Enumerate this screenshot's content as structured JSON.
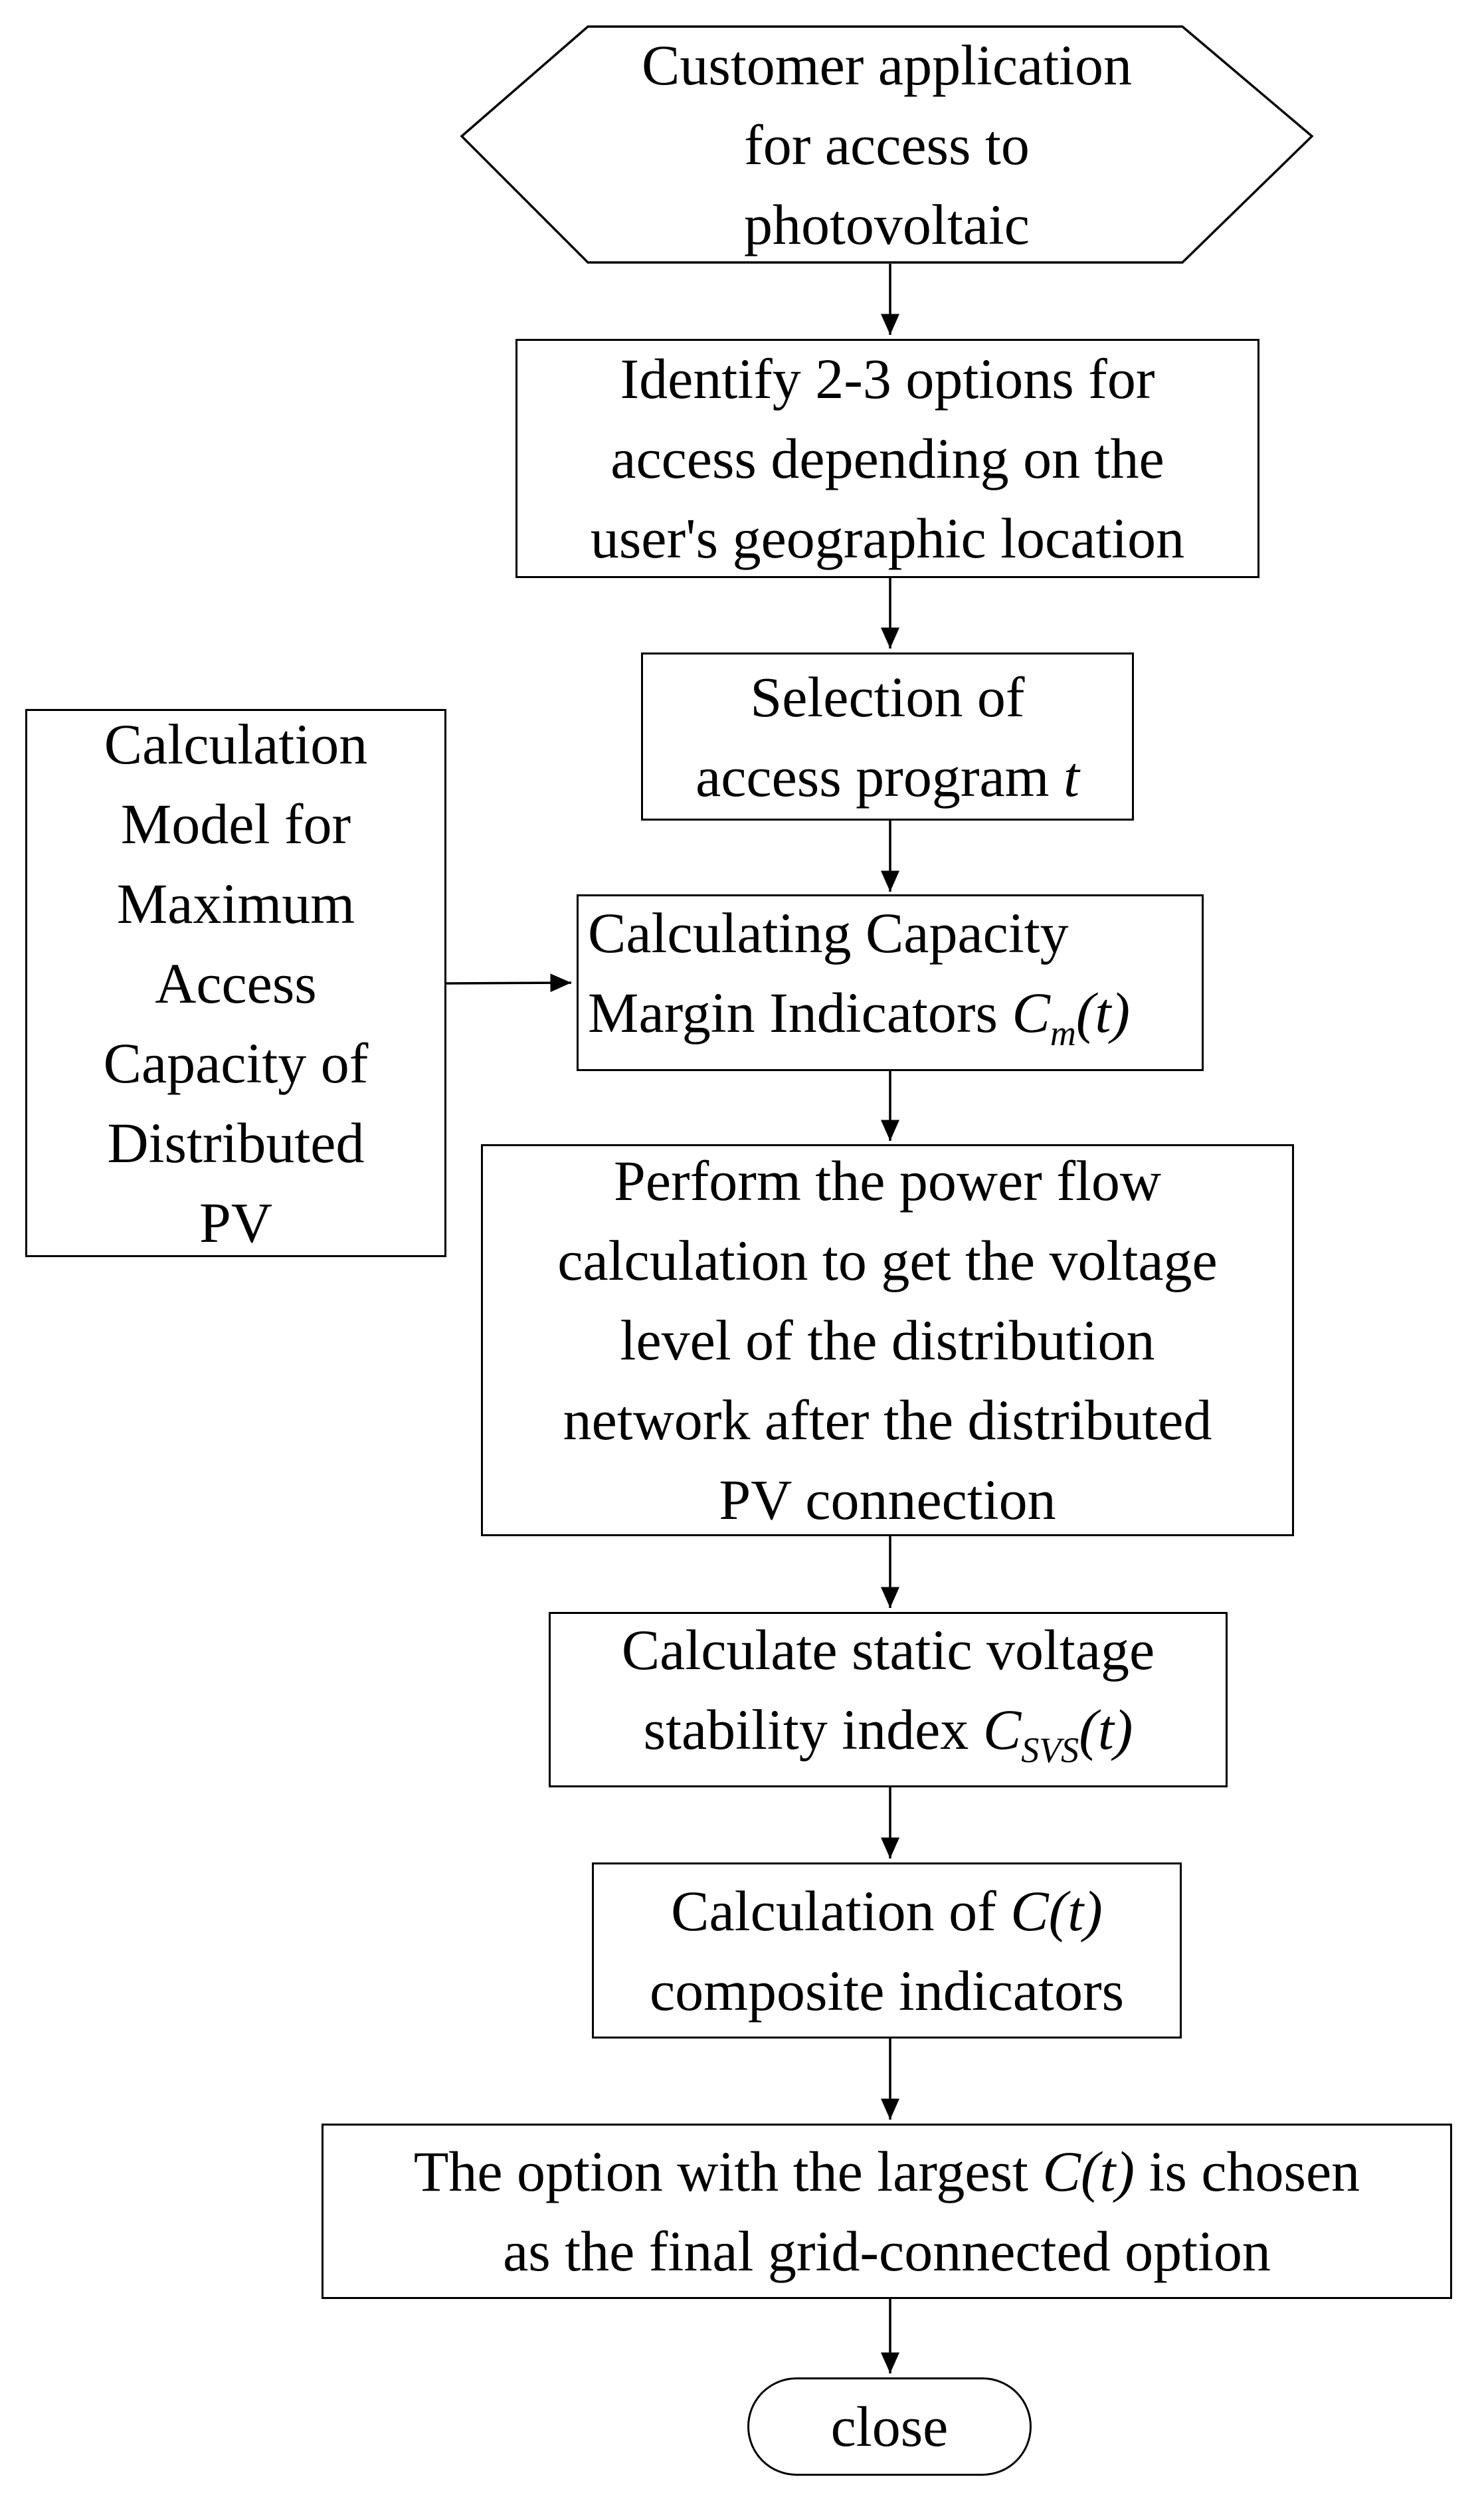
{
  "nodes": {
    "start": {
      "lines": [
        "Customer application",
        "for access to",
        "photovoltaic"
      ]
    },
    "identify": {
      "lines": [
        "Identify 2-3 options for",
        "access depending on the",
        "user's geographic location"
      ]
    },
    "selection": {
      "line1": "Selection of",
      "line2_text": "access program ",
      "line2_var": "t"
    },
    "model": {
      "lines": [
        "Calculation",
        "Model for",
        "Maximum",
        "Access",
        "Capacity of",
        "Distributed",
        "PV"
      ]
    },
    "capacity": {
      "line1": "Calculating Capacity",
      "line2_text": "Margin Indicators ",
      "sym": "C",
      "sub": "m",
      "arg": "(t)"
    },
    "powerflow": {
      "lines": [
        "Perform the power flow",
        "calculation to get the voltage",
        "level of the distribution",
        "network after the distributed",
        "PV connection"
      ]
    },
    "static": {
      "line1": "Calculate static voltage",
      "line2_text": "stability index ",
      "sym": "C",
      "sub": "SVS",
      "arg": "(t)"
    },
    "composite": {
      "line1_text": "Calculation of ",
      "math": "C(t)",
      "line2": "composite indicators"
    },
    "option": {
      "pre": "The option with the largest ",
      "math": "C(t)",
      "post": " is chosen",
      "line2": "as the final grid-connected option"
    },
    "close": {
      "label": "close"
    }
  }
}
